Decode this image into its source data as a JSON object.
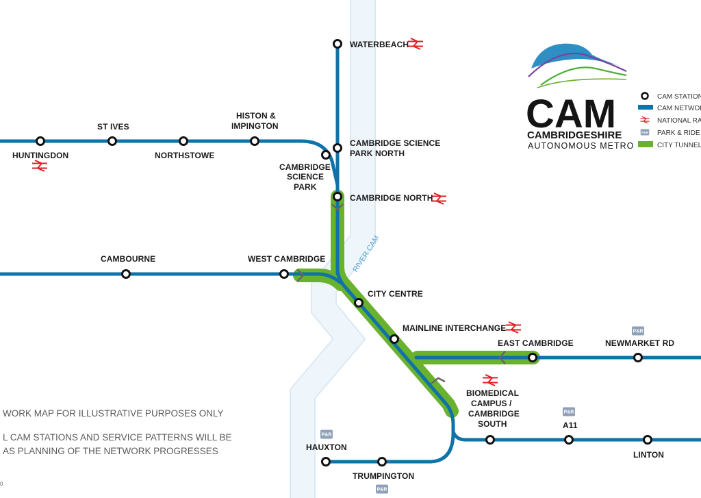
{
  "logo": {
    "wordmark": "CAM",
    "line1": "CAMBRIDGESHIRE",
    "line2": "AUTONOMOUS METRO"
  },
  "legend": {
    "items": [
      {
        "label": "CAM STATION",
        "icon": "station-circle-icon"
      },
      {
        "label": "CAM NETWOR",
        "icon": "network-line-icon",
        "color": "#0f72a8"
      },
      {
        "label": "NATIONAL RAI",
        "icon": "national-rail-icon",
        "color": "#e31e24"
      },
      {
        "label": "PARK & RIDE LO",
        "icon": "park-and-ride-icon"
      },
      {
        "label": "CITY TUNNEL",
        "icon": "tunnel-line-icon",
        "color": "#6ab22e"
      }
    ]
  },
  "river": {
    "label": "RIVER CAM"
  },
  "park_ride_badge": "P&R",
  "stations": {
    "waterbeach": "WATERBEACH",
    "huntingdon": "HUNTINGDON",
    "st_ives": "ST IVES",
    "northstowe": "NORTHSTOWE",
    "histon_1": "HISTON &",
    "histon_2": "IMPINGTON",
    "csp_north_1": "CAMBRIDGE SCIENCE",
    "csp_north_2": "PARK NORTH",
    "csp_1": "CAMBRIDGE",
    "csp_2": "SCIENCE",
    "csp_3": "PARK",
    "cambridge_north": "CAMBRIDGE NORTH",
    "cambourne": "CAMBOURNE",
    "west_cambridge": "WEST CAMBRIDGE",
    "city_centre": "CITY CENTRE",
    "mainline_interchange": "MAINLINE INTERCHANGE",
    "east_cambridge": "EAST CAMBRIDGE",
    "newmarket_rd": "NEWMARKET RD",
    "biomedical_1": "BIOMEDICAL",
    "biomedical_2": "CAMPUS /",
    "biomedical_3": "CAMBRIDGE",
    "biomedical_4": "SOUTH",
    "a11": "A11",
    "linton": "LINTON",
    "hauxton": "HAUXTON",
    "trumpington": "TRUMPINGTON"
  },
  "notes": {
    "line1": "WORK MAP FOR ILLUSTRATIVE PURPOSES ONLY",
    "line2": "L CAM STATIONS AND SERVICE PATTERNS WILL BE",
    "line3": "AS PLANNING OF THE NETWORK PROGRESSES",
    "footer": "0"
  },
  "colors": {
    "network": "#0f72a8",
    "tunnel": "#6ab22e",
    "river": "#e6f1f9",
    "rail": "#e31e24",
    "park_ride": "#8fa0b8"
  }
}
